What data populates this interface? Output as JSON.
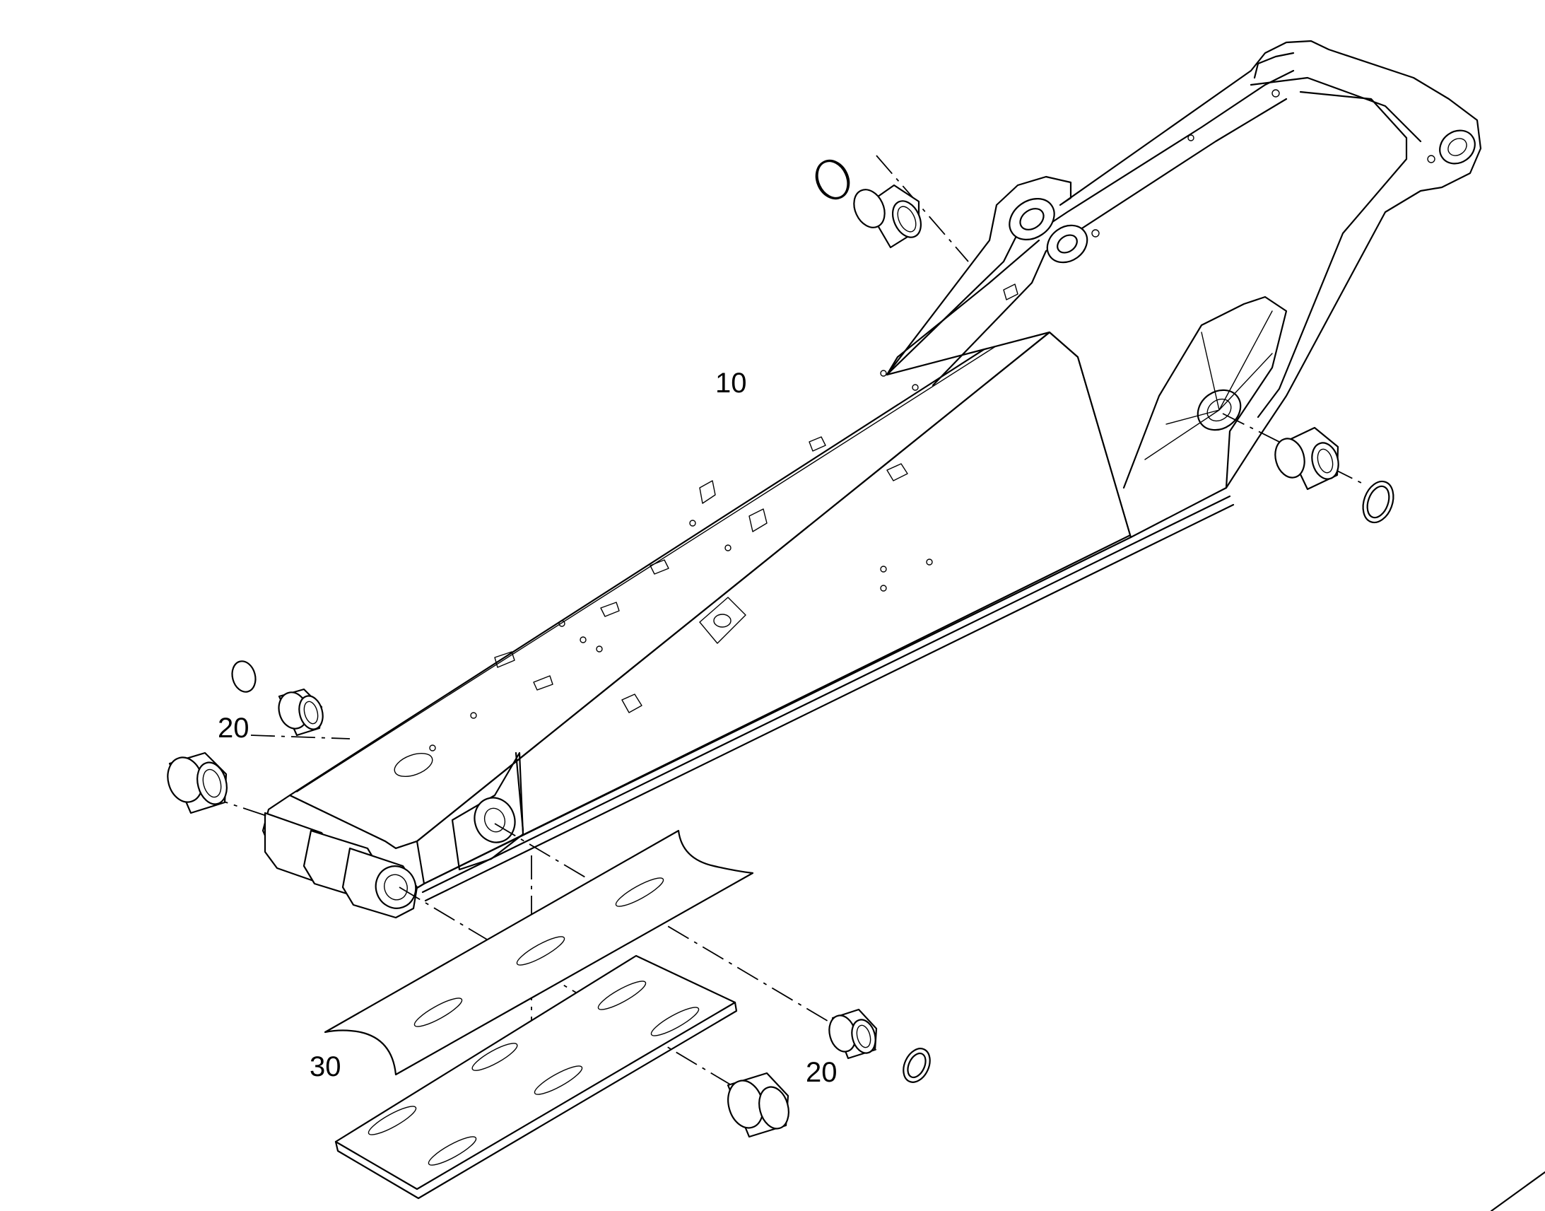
{
  "callouts": {
    "boom": "10",
    "bushing_left": "20",
    "bushing_right": "20",
    "shim_plates": "30"
  }
}
